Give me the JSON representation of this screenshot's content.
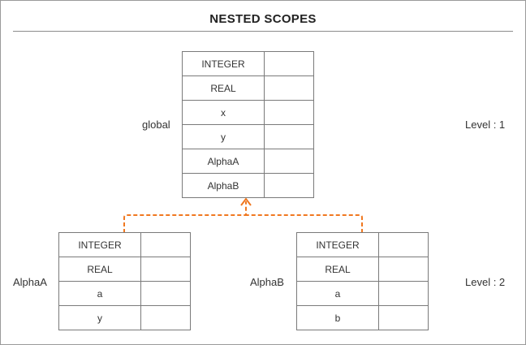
{
  "title": "NESTED SCOPES",
  "global": {
    "label": "global",
    "rows": [
      {
        "name": "INTEGER",
        "value": ""
      },
      {
        "name": "REAL",
        "value": ""
      },
      {
        "name": "x",
        "value": ""
      },
      {
        "name": "y",
        "value": ""
      },
      {
        "name": "AlphaA",
        "value": ""
      },
      {
        "name": "AlphaB",
        "value": ""
      }
    ]
  },
  "alphaA": {
    "label": "AlphaA",
    "rows": [
      {
        "name": "INTEGER",
        "value": ""
      },
      {
        "name": "REAL",
        "value": ""
      },
      {
        "name": "a",
        "value": ""
      },
      {
        "name": "y",
        "value": ""
      }
    ]
  },
  "alphaB": {
    "label": "AlphaB",
    "rows": [
      {
        "name": "INTEGER",
        "value": ""
      },
      {
        "name": "REAL",
        "value": ""
      },
      {
        "name": "a",
        "value": ""
      },
      {
        "name": "b",
        "value": ""
      }
    ]
  },
  "levels": {
    "level1": "Level : 1",
    "level2": "Level : 2"
  },
  "colors": {
    "arrow": "#f07820",
    "border": "#7a7a7a"
  }
}
